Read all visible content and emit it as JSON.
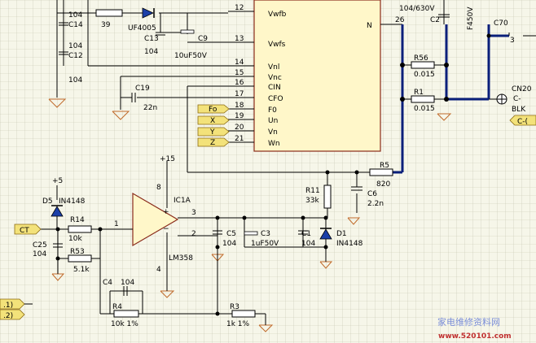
{
  "ic": {
    "pins_left": [
      {
        "num": "12",
        "name": "Vwfb"
      },
      {
        "num": "13",
        "name": "Vwfs"
      },
      {
        "num": "14",
        "name": "Vnl"
      },
      {
        "num": "15",
        "name": "Vnc"
      },
      {
        "num": "16",
        "name": "CIN"
      },
      {
        "num": "17",
        "name": "CFO"
      },
      {
        "num": "18",
        "name": "F0"
      },
      {
        "num": "19",
        "name": "Un"
      },
      {
        "num": "20",
        "name": "Vn"
      },
      {
        "num": "21",
        "name": "Wn"
      }
    ],
    "pin_right": {
      "num": "26",
      "name": "N"
    }
  },
  "ports": {
    "left": [
      "Fo",
      "X",
      "Y",
      "Z"
    ],
    "ct": "CT",
    "bottom_left": [
      ".1)",
      ".2)"
    ],
    "right": "C-("
  },
  "components": {
    "r_top": "39",
    "d_top": "UF4005",
    "c14": "C14",
    "c14_val": "104",
    "c12": "C12",
    "c12_val": "104",
    "c_top_val": "104",
    "c13": "C13",
    "c13_val": "104",
    "c9": "C9",
    "c9_val": "10uF50V",
    "c19": "C19",
    "c19_val": "22n",
    "c2": "C2",
    "c2_val": "104/630V",
    "c2_side": "F450V",
    "c70": "C70",
    "r56": "R56",
    "r56_val": "0.015",
    "r1": "R1",
    "r1_val": "0.015",
    "cn20": "CN20",
    "cn20_pin": "C-",
    "cn20_wire": "BLK",
    "r5": "R5",
    "r5_val": "820",
    "r11": "R11",
    "r11_val": "33k",
    "c6": "C6",
    "c6_val": "2.2n",
    "ic1a": "IC1A",
    "ic1a_part": "LM358",
    "pin8": "8",
    "pin4": "4",
    "pin1": "1",
    "pin2": "2",
    "pin3": "3",
    "vplus": "+15",
    "v5": "+5",
    "d5": "D5",
    "d5_part": "IN4148",
    "r14": "R14",
    "r14_val": "10k",
    "c25": "C25",
    "c25_val": "104",
    "r53": "R53",
    "r53_val": "5.1k",
    "c4": "C4",
    "c4_val": "104",
    "r4": "R4",
    "r4_val": "10k 1%",
    "r3": "R3",
    "r3_val": "1k 1%",
    "c5": "C5",
    "c5_val": "104",
    "c3": "C3",
    "c3_val": "1uF50V",
    "c1": "C1",
    "c1_val": "104",
    "d1": "D1",
    "d1_part": "IN4148",
    "pin3_right": "3"
  },
  "watermark": {
    "title": "家电维修资料网",
    "url": "www.520101.com"
  }
}
